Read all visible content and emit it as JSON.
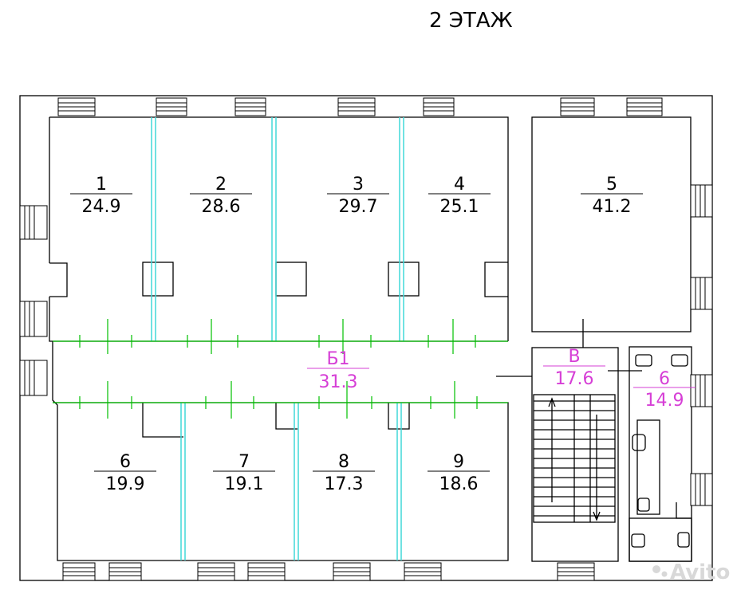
{
  "title": "2  ЭТАЖ",
  "colors": {
    "wall": "#000000",
    "partition": "#40d8d8",
    "corridor": "#00c000",
    "accent": "#d63fd6"
  },
  "rooms": [
    {
      "id": "1",
      "number": "1",
      "area": "24.9"
    },
    {
      "id": "2",
      "number": "2",
      "area": "28.6"
    },
    {
      "id": "3",
      "number": "3",
      "area": "29.7"
    },
    {
      "id": "4",
      "number": "4",
      "area": "25.1"
    },
    {
      "id": "5",
      "number": "5",
      "area": "41.2"
    },
    {
      "id": "b1",
      "number": "Б1",
      "area": "31.3"
    },
    {
      "id": "v",
      "number": "В",
      "area": "17.6"
    },
    {
      "id": "6b",
      "number": "6",
      "area": "14.9"
    },
    {
      "id": "6",
      "number": "6",
      "area": "19.9"
    },
    {
      "id": "7",
      "number": "7",
      "area": "19.1"
    },
    {
      "id": "8",
      "number": "8",
      "area": "17.3"
    },
    {
      "id": "9",
      "number": "9",
      "area": "18.6"
    }
  ],
  "watermark": "Avito"
}
